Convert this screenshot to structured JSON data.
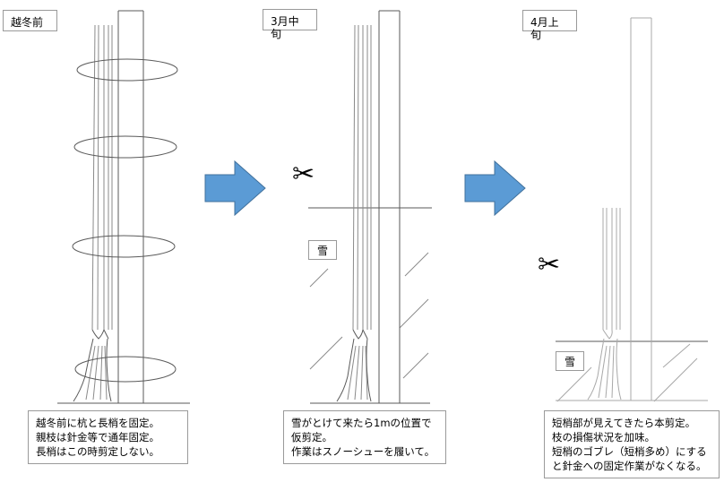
{
  "panels": [
    {
      "title": "越冬前",
      "caption": [
        "越冬前に杭と長梢を固定。",
        "親枝は針金等で通年固定。",
        "長梢はこの時剪定しない。"
      ]
    },
    {
      "title": "3月中旬",
      "snow_label": "雪",
      "caption": [
        "雪がとけて来たら1mの位置で",
        "仮剪定。",
        "作業はスノーシューを履いて。"
      ]
    },
    {
      "title": "4月上旬",
      "snow_label": "雪",
      "caption": [
        "短梢部が見えてきたら本剪定。",
        "枝の損傷状況を加味。",
        "短梢のゴブレ（短梢多め）にする",
        "と針金への固定作業がなくなる。"
      ]
    }
  ],
  "icons": {
    "scissors": "scissors-icon",
    "arrow": "right-arrow-icon"
  },
  "colors": {
    "arrow_fill": "#5b9bd5",
    "arrow_stroke": "#41719c",
    "sketch": "#5a5a5a"
  }
}
